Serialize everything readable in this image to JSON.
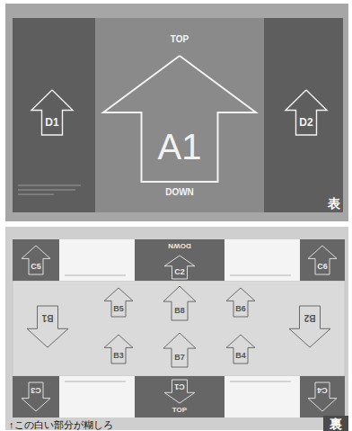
{
  "diagram": {
    "nodes": [
      {
        "text": [
          "D1"
        ]
      },
      {
        "text": [
          "A1"
        ]
      },
      {
        "text": [
          "D2"
        ]
      },
      {
        "text": [
          "C5"
        ]
      },
      {
        "text": [
          "C2"
        ]
      },
      {
        "text": [
          "C6"
        ]
      },
      {
        "text": [
          "B5"
        ]
      },
      {
        "text": [
          "B8"
        ]
      },
      {
        "text": [
          "B6"
        ]
      },
      {
        "text": [
          "B1"
        ]
      },
      {
        "text": [
          "B3"
        ]
      },
      {
        "text": [
          "B7"
        ]
      },
      {
        "text": [
          "B4"
        ]
      },
      {
        "text": [
          "B2"
        ]
      },
      {
        "text": [
          "C3"
        ]
      },
      {
        "text": [
          "C1"
        ]
      },
      {
        "text": [
          "C4"
        ]
      }
    ],
    "labels": [
      "TOP",
      "DOWN",
      "表",
      "DOWN",
      "TOP",
      "↑この白い部分が糊しろ",
      "裏"
    ]
  }
}
